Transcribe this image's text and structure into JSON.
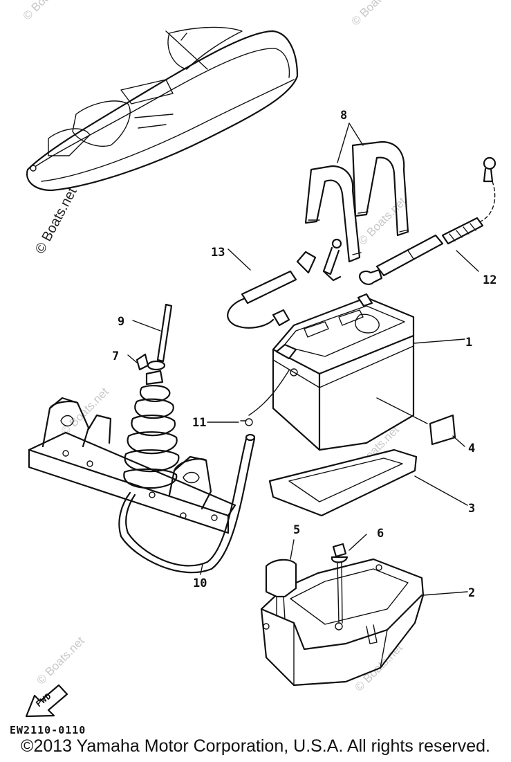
{
  "diagram": {
    "callouts": {
      "c1": "1",
      "c2": "2",
      "c3": "3",
      "c4": "4",
      "c5": "5",
      "c6": "6",
      "c7": "7",
      "c8": "8",
      "c9": "9",
      "c10": "10",
      "c11": "11",
      "c12": "12",
      "c13": "13"
    },
    "fwd_label": "FWD",
    "drawing_code": "EW2110-0110",
    "watermark": "© Boats.net"
  },
  "footer": {
    "copyright": "©2013 Yamaha Motor Corporation, U.S.A. All rights reserved."
  },
  "colors": {
    "line": "#111111",
    "watermark": "#c8c8c8",
    "background": "#ffffff"
  }
}
